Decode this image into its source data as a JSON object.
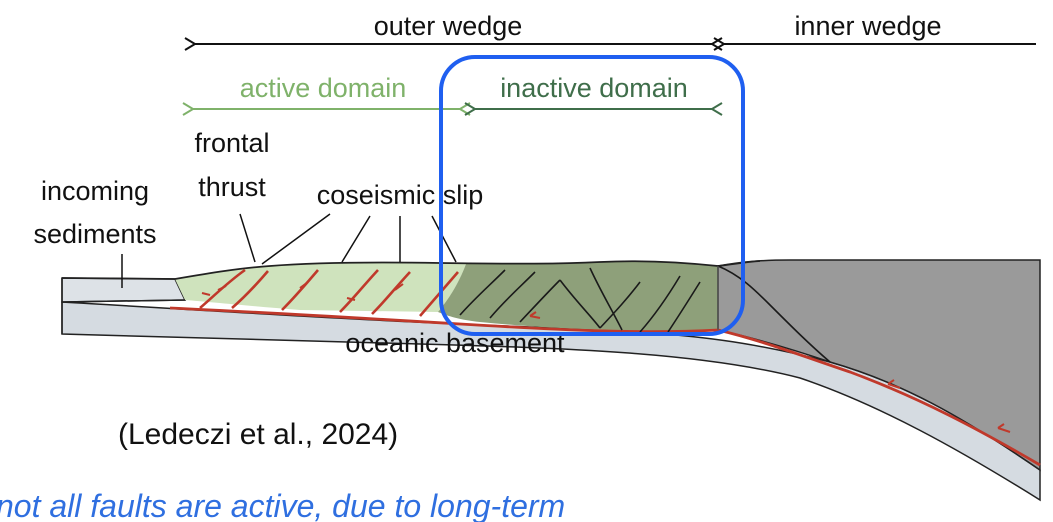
{
  "labels": {
    "outer_wedge": "outer wedge",
    "inner_wedge": "inner wedge",
    "active_domain": "active domain",
    "inactive_domain": "inactive domain",
    "frontal": "frontal",
    "thrust": "thrust",
    "coseismic_slip": "coseismic slip",
    "incoming": "incoming",
    "sediments": "sediments",
    "oceanic_basement": "oceanic basement"
  },
  "citation": "(Ledeczi et al., 2024)",
  "note": "not all faults are active, due to long-term",
  "colors": {
    "highlight_box": "#1f5ff0",
    "plate_interface": "#c0392b",
    "active_domain": "#7fb26a",
    "inactive_domain": "#3f6e4a",
    "note_text": "#2f6fe0"
  }
}
